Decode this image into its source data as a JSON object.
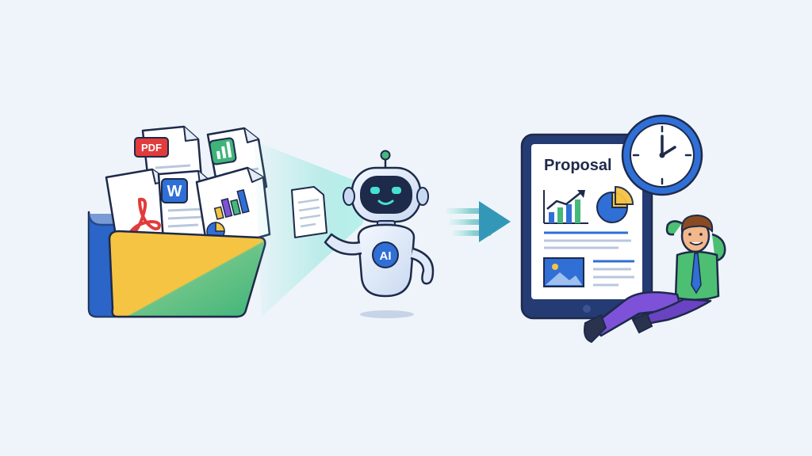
{
  "labels": {
    "pdf_badge": "PDF",
    "word_badge": "W",
    "robot_badge": "AI",
    "document_title": "Proposal"
  },
  "colors": {
    "background": "#eff4fa",
    "outline": "#1e2a4a",
    "folder_back": "#2f6fd6",
    "folder_yellow": "#f6c443",
    "folder_green": "#43b97a",
    "pdf_red": "#e23b3b",
    "word_blue": "#2f6fd6",
    "robot_shell": "#dfe9f7",
    "robot_visor": "#1e2a4a",
    "robot_eyes": "#48e0d2",
    "beam": "#7fe3d6",
    "arrow": "#3aa4a8",
    "tablet_frame": "#243b73",
    "clock_ring": "#2f6fd6",
    "person_shirt": "#4cbf73",
    "person_pants": "#7d52d8",
    "person_skin": "#f2b78a"
  },
  "icons": [
    "folder-icon",
    "pdf-document-icon",
    "spreadsheet-document-icon",
    "word-document-icon",
    "chart-document-icon",
    "robot-icon",
    "handheld-document-icon",
    "arrow-right-icon",
    "tablet-icon",
    "clock-icon",
    "relaxed-person-icon"
  ]
}
